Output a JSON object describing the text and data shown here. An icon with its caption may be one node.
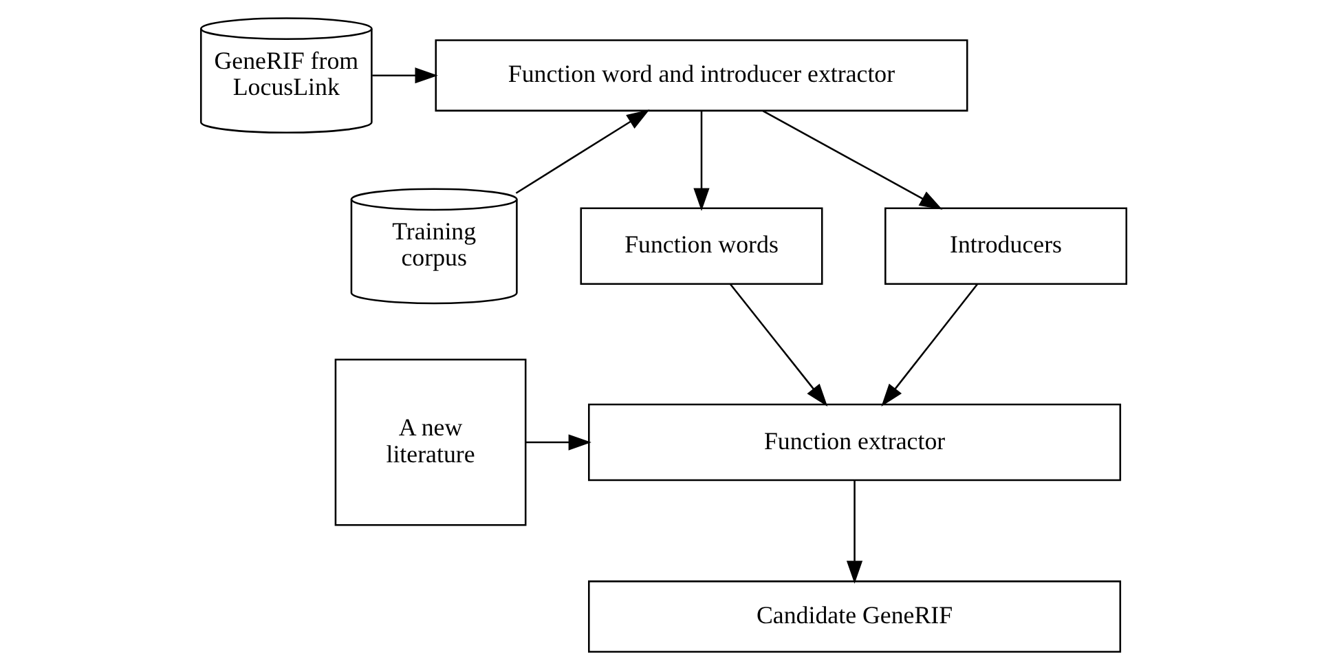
{
  "diagram": {
    "nodes": [
      {
        "text": [
          "GeneRIF from LocusLink"
        ]
      },
      {
        "text": [
          "Training corpus"
        ]
      },
      {
        "text": [
          "Function word and introducer extractor"
        ]
      },
      {
        "text": [
          "Function words"
        ]
      },
      {
        "text": [
          "Introducers"
        ]
      },
      {
        "text": [
          "Function extractor"
        ]
      },
      {
        "text": [
          "A new literature"
        ]
      },
      {
        "text": [
          "Candidate GeneRIF"
        ]
      }
    ],
    "edges": [
      {
        "from": 0,
        "to": 2,
        "arrow": "to"
      },
      {
        "from": 1,
        "to": 2,
        "arrow": "to"
      },
      {
        "from": 2,
        "to": 3,
        "arrow": "to"
      },
      {
        "from": 2,
        "to": 4,
        "arrow": "to"
      },
      {
        "from": 3,
        "to": 5,
        "arrow": "to"
      },
      {
        "from": 4,
        "to": 5,
        "arrow": "to"
      },
      {
        "from": 6,
        "to": 5,
        "arrow": "to"
      },
      {
        "from": 5,
        "to": 7,
        "arrow": "to"
      }
    ]
  }
}
